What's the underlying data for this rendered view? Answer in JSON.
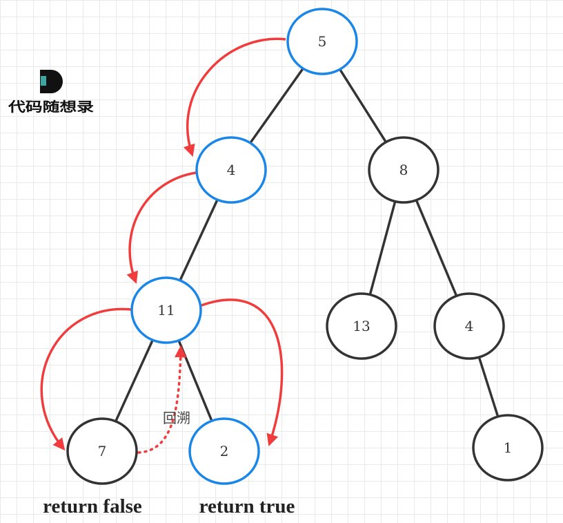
{
  "logo": {
    "text": "代码随想录"
  },
  "nodes": [
    {
      "id": "n5",
      "label": "5",
      "highlight": true
    },
    {
      "id": "n4",
      "label": "4",
      "highlight": true
    },
    {
      "id": "n8",
      "label": "8",
      "highlight": false
    },
    {
      "id": "n11",
      "label": "11",
      "highlight": true
    },
    {
      "id": "n13",
      "label": "13",
      "highlight": false
    },
    {
      "id": "n4b",
      "label": "4",
      "highlight": false
    },
    {
      "id": "n7",
      "label": "7",
      "highlight": false
    },
    {
      "id": "n2",
      "label": "2",
      "highlight": true
    },
    {
      "id": "n1",
      "label": "1",
      "highlight": false
    }
  ],
  "edges": [
    [
      "n5",
      "n4"
    ],
    [
      "n5",
      "n8"
    ],
    [
      "n4",
      "n11"
    ],
    [
      "n8",
      "n13"
    ],
    [
      "n8",
      "n4b"
    ],
    [
      "n11",
      "n7"
    ],
    [
      "n11",
      "n2"
    ],
    [
      "n4b",
      "n1"
    ]
  ],
  "annotations": {
    "backtrack": "回溯",
    "left_result": "return false",
    "right_result": "return true"
  },
  "colors": {
    "highlight": "#1a86e8",
    "normal": "#333333",
    "arrow": "#f03c3c",
    "edge": "#333333"
  }
}
